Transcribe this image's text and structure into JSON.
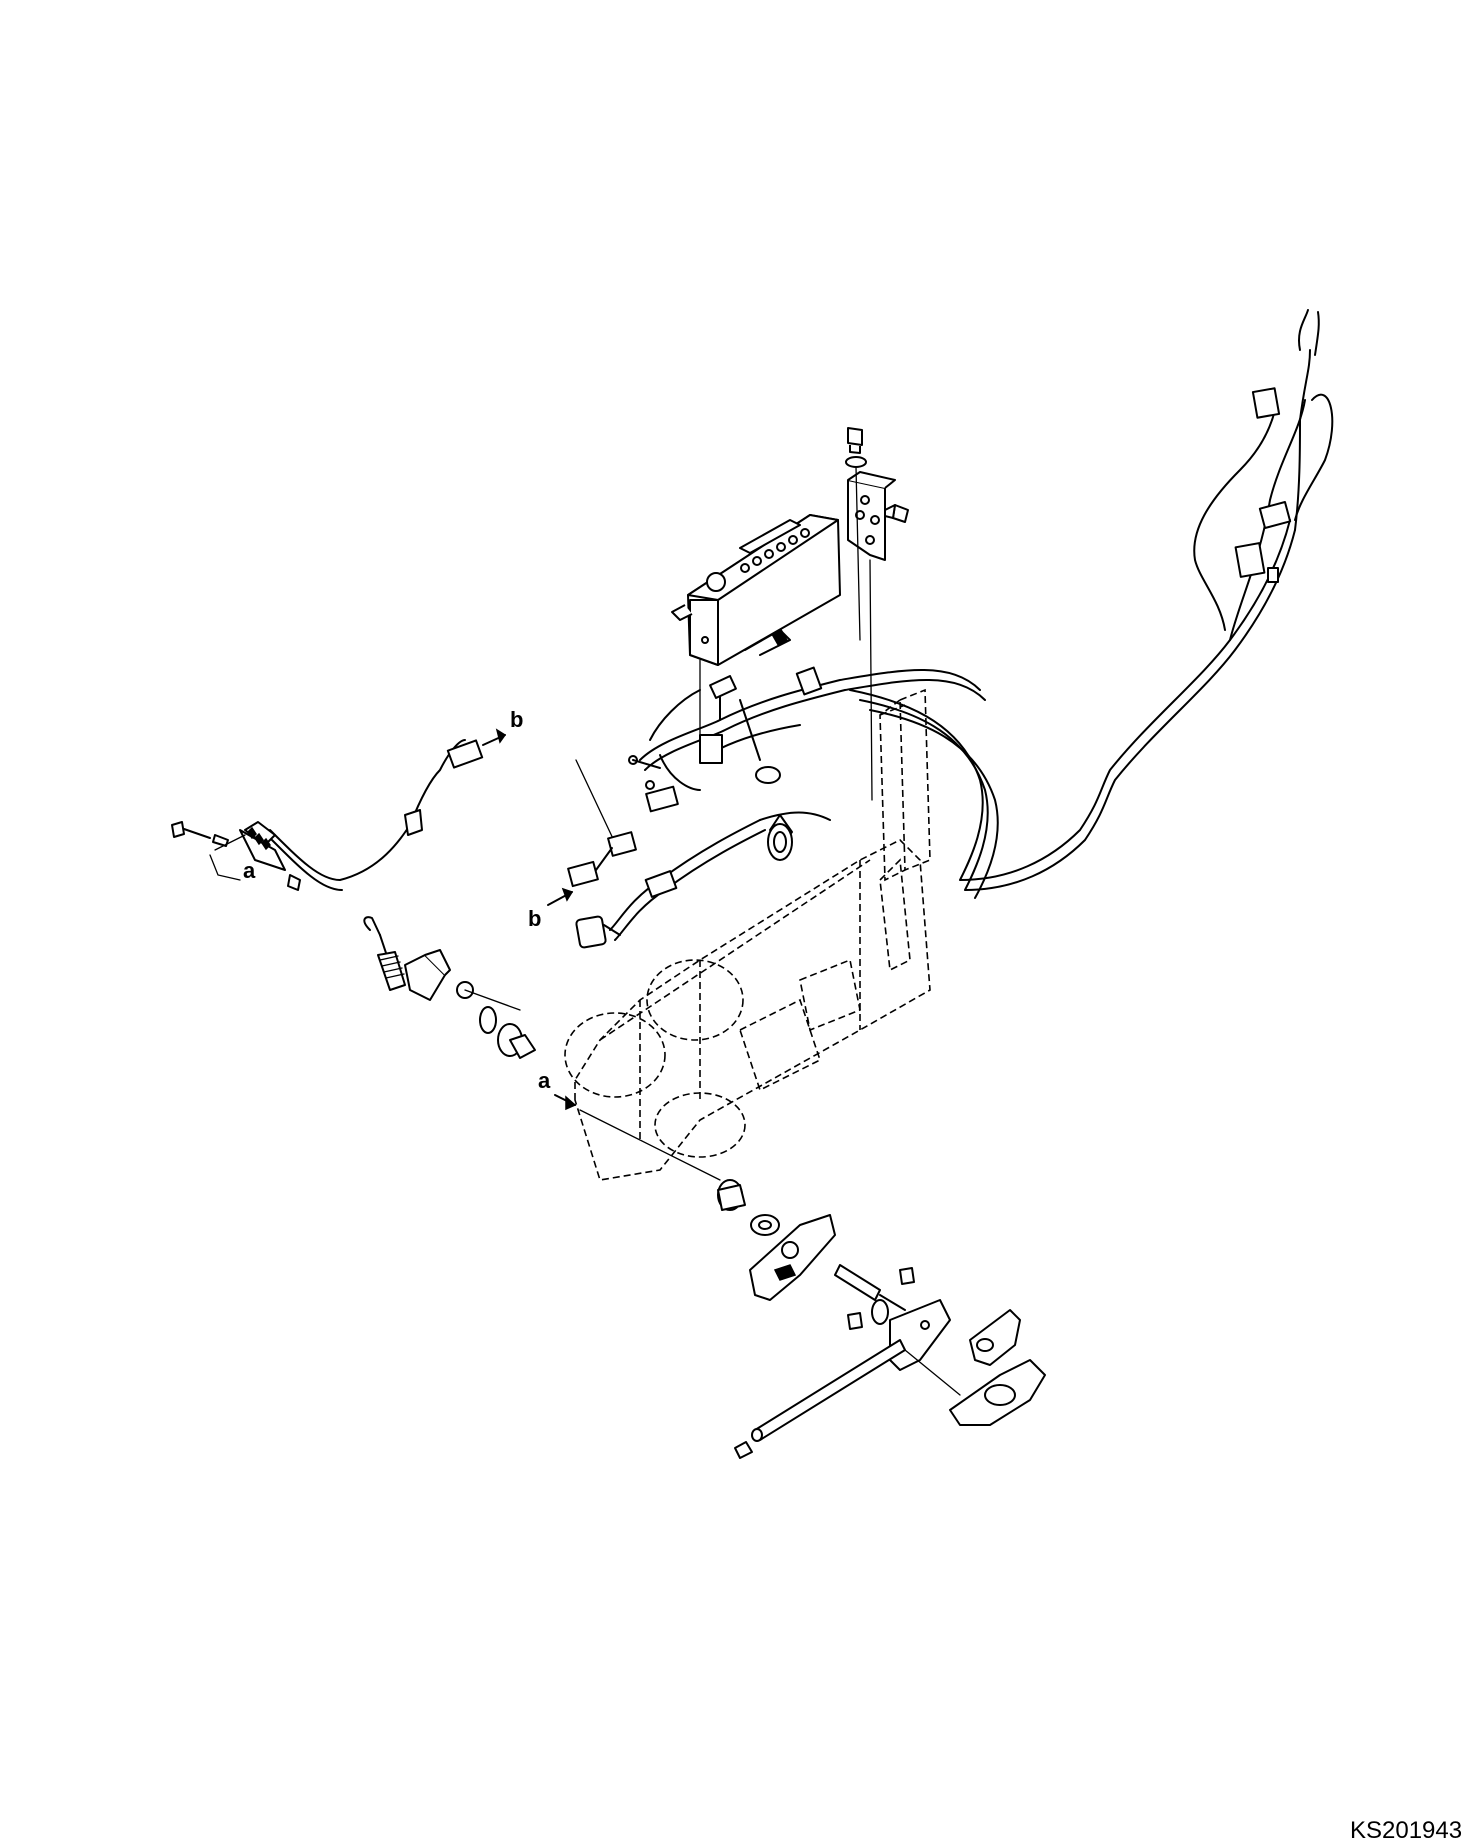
{
  "callouts": {
    "a": "a",
    "b": "b"
  },
  "drawing_code": "KS201943"
}
